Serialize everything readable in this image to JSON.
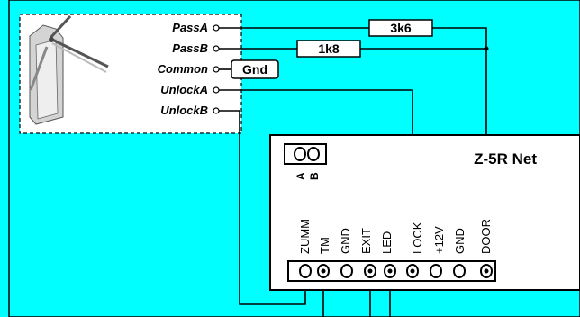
{
  "colors": {
    "background": "#00ffff",
    "panel": "#ffffff",
    "line": "#000000"
  },
  "turnstile": {
    "icon": "turnstile-icon",
    "pins": [
      {
        "id": "pass-a",
        "label": "PassA"
      },
      {
        "id": "pass-b",
        "label": "PassB"
      },
      {
        "id": "common",
        "label": "Common"
      },
      {
        "id": "unlock-a",
        "label": "UnlockA"
      },
      {
        "id": "unlock-b",
        "label": "UnlockB"
      }
    ]
  },
  "components": {
    "resistor_a": "3k6",
    "resistor_b": "1k8",
    "ground": "Gnd"
  },
  "controller": {
    "title": "Z-5R Net",
    "ab_labels": [
      "A",
      "B"
    ],
    "terminals": [
      "ZUMM",
      "TM",
      "GND",
      "EXIT",
      "LED",
      "LOCK",
      "+12V",
      "GND",
      "DOOR"
    ]
  }
}
